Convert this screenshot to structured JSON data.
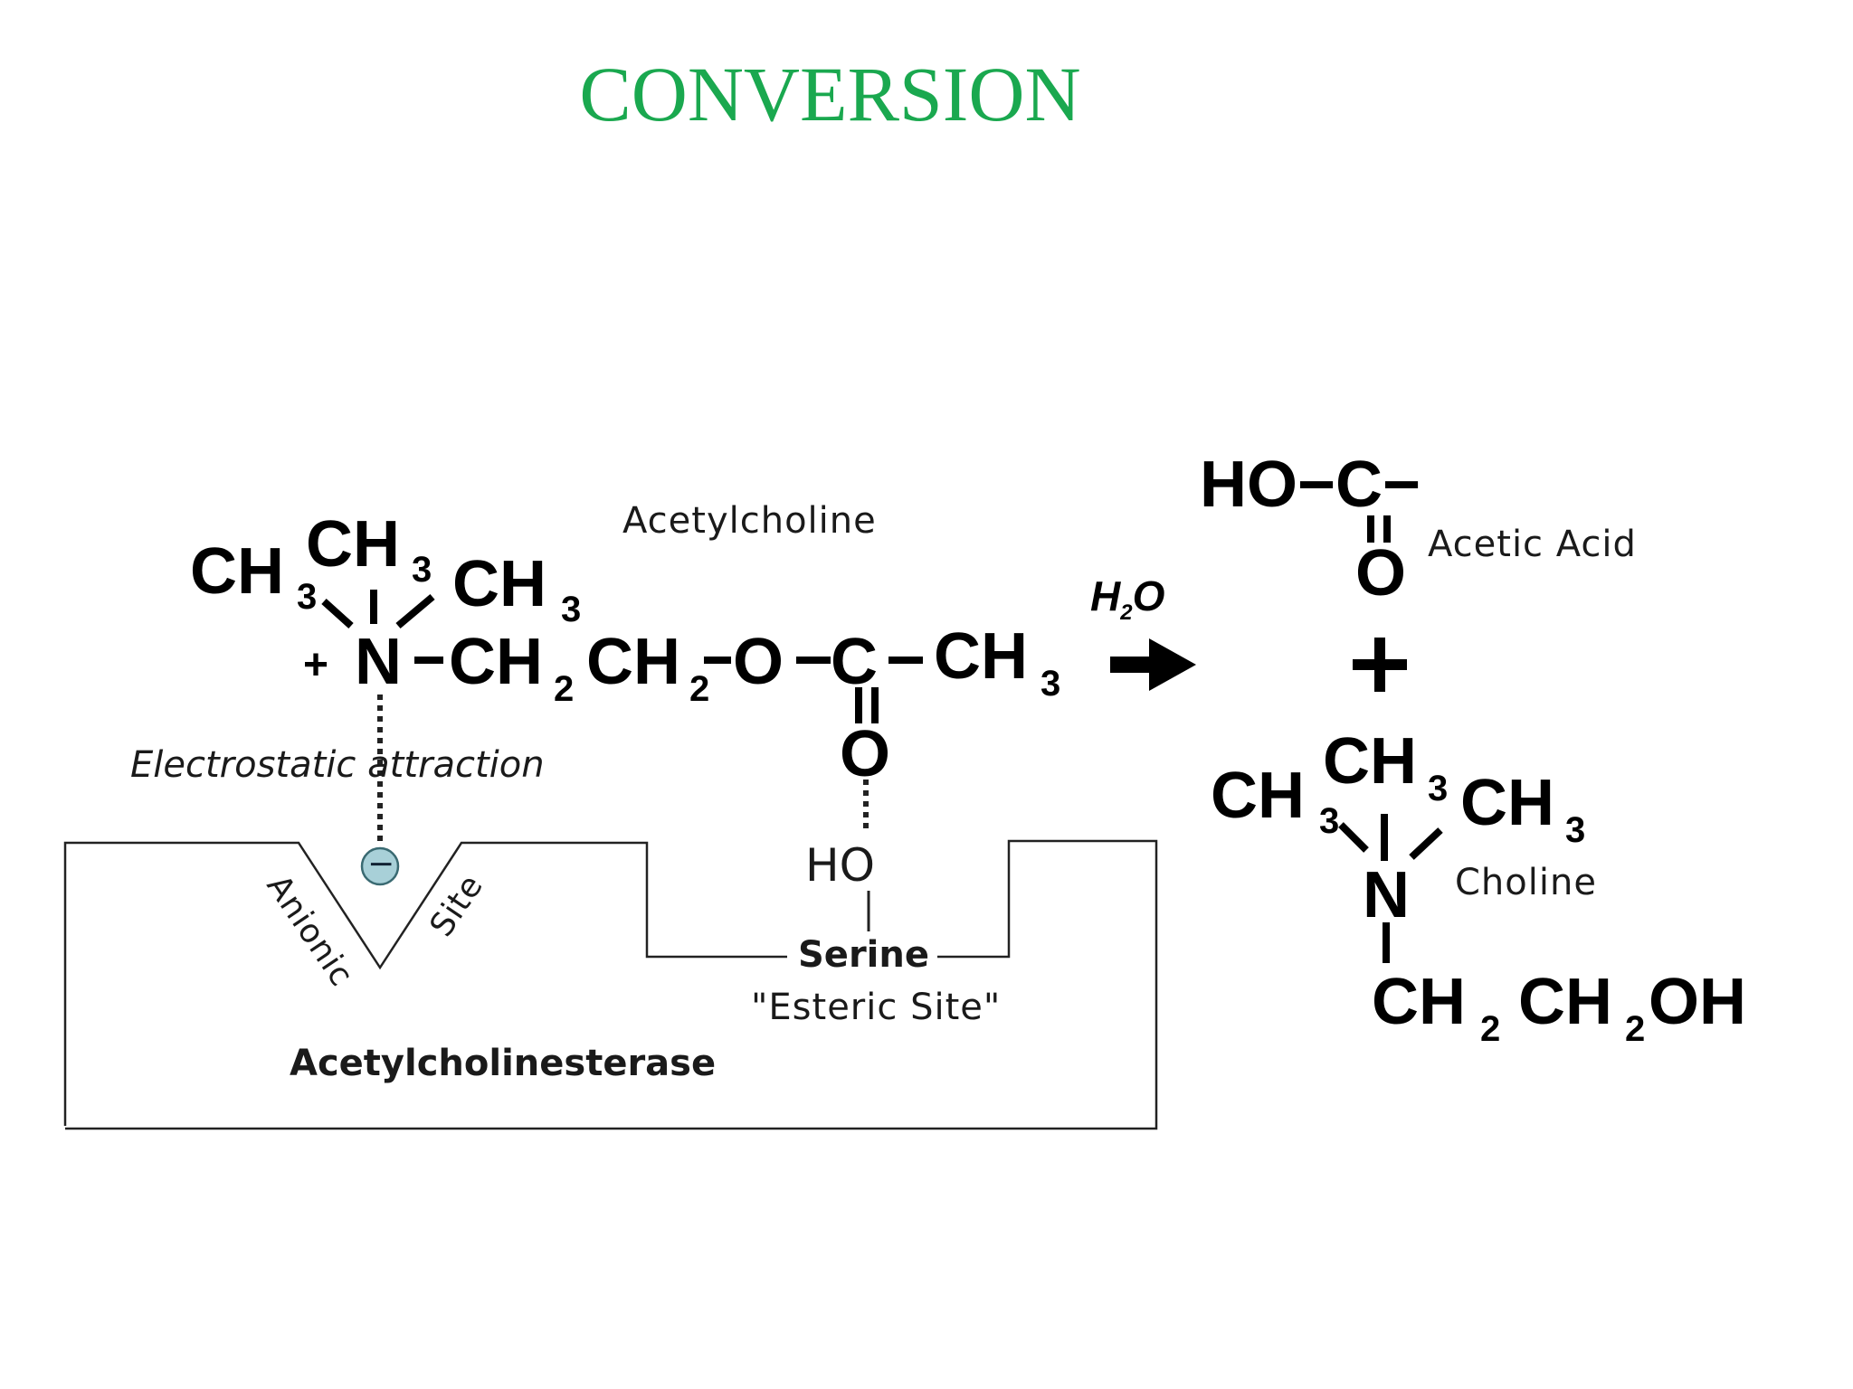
{
  "title": "CONVERSION",
  "acetylcholine": {
    "label": "Acetylcholine",
    "atoms": {
      "ch3_top": "CH",
      "ch3_top_sub": "3",
      "ch3_left": "CH",
      "ch3_left_sub": "3",
      "ch3_right": "CH",
      "ch3_right_sub": "3",
      "plus": "+",
      "n": "N",
      "ch2_1": "CH",
      "ch2_1_sub": "2",
      "ch2_2": "CH",
      "ch2_2_sub": "2",
      "o": "O",
      "c": "C",
      "ch3_end": "CH",
      "ch3_end_sub": "3",
      "o_carbonyl": "O"
    }
  },
  "electrostatic_label": "Electrostatic attraction",
  "enzyme": {
    "name": "Acetylcholinesterase",
    "anionic_left": "Anionic",
    "anionic_right": "Site",
    "negative_charge": "−",
    "ho": "HO",
    "serine": "Serine",
    "esteric_site": "\"Esteric Site\""
  },
  "reagent": {
    "h": "H",
    "h_sub": "2",
    "o": "O"
  },
  "products": {
    "acetic_acid": {
      "label": "Acetic Acid",
      "ho_c": "HO−C−",
      "o": "O"
    },
    "plus": "+",
    "choline": {
      "label": "Choline",
      "ch3_top": "CH",
      "ch3_top_sub": "3",
      "ch3_left": "CH",
      "ch3_left_sub": "3",
      "ch3_right": "CH",
      "ch3_right_sub": "3",
      "n": "N",
      "ch2_a": "CH",
      "ch2_a_sub": "2",
      "ch2_b": "CH",
      "ch2_b_sub": "2",
      "oh": "OH"
    }
  }
}
